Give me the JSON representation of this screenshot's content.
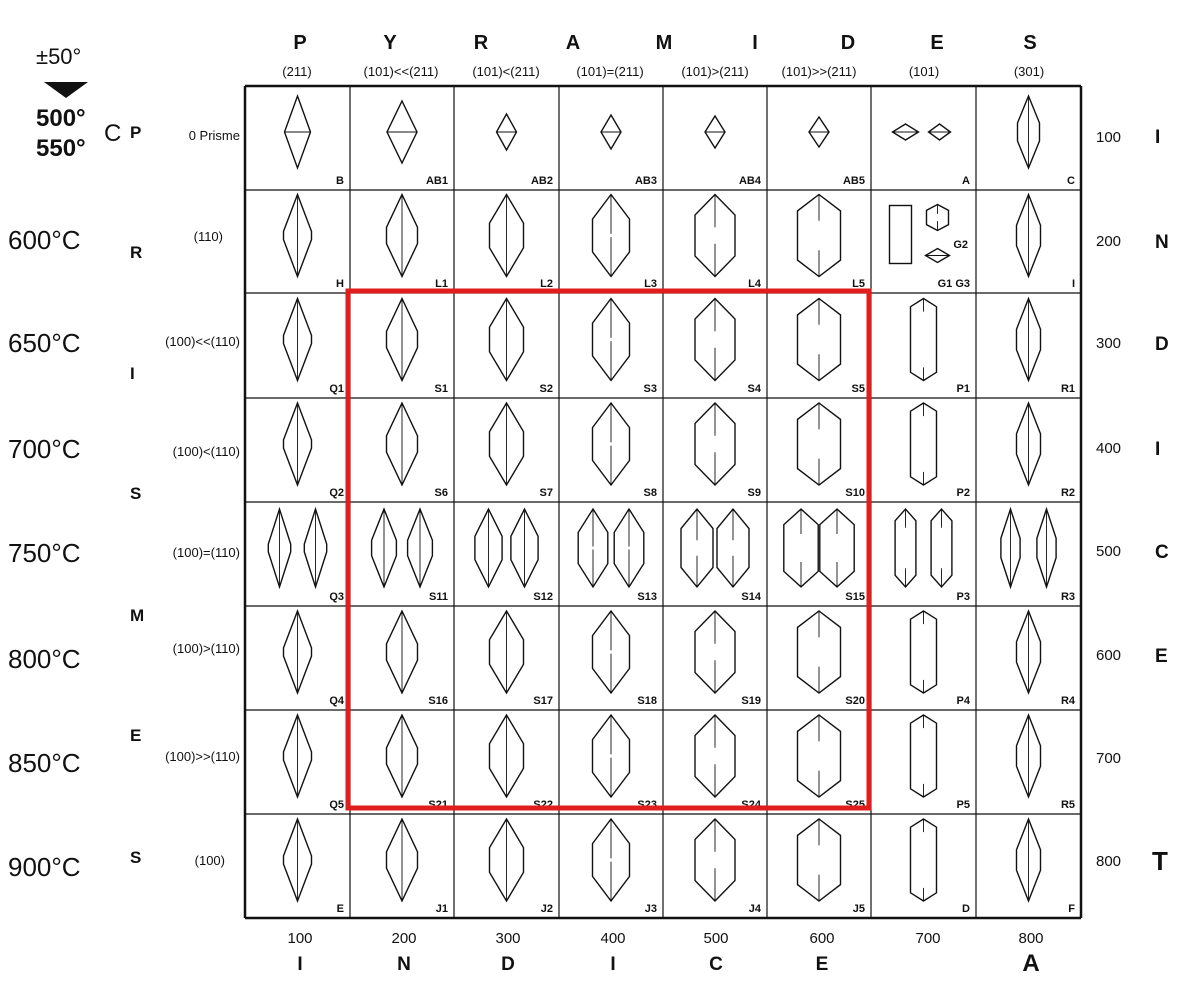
{
  "top_left": {
    "tolerance": "±50°"
  },
  "top_header": {
    "letters": [
      "P",
      "Y",
      "R",
      "A",
      "M",
      "I",
      "D",
      "E",
      "S"
    ],
    "sublabels": [
      "(211)",
      "(101)<<(211)",
      "(101)<(211)",
      "(101)=(211)",
      "(101)>(211)",
      "(101)>>(211)",
      "(101)",
      "(301)"
    ]
  },
  "left_temps": {
    "first": {
      "a": "500°",
      "b": "550°",
      "unit": "C"
    },
    "rest": [
      "600°C",
      "650°C",
      "700°C",
      "750°C",
      "800°C",
      "850°C",
      "900°C"
    ]
  },
  "left_prisms": {
    "letters": [
      "P",
      "R",
      "I",
      "S",
      "M",
      "E",
      "S"
    ],
    "row_labels": [
      "0 Prisme",
      "(110)",
      "(100)<<(110)",
      "(100)<(110)",
      "(100)=(110)",
      "(100)>(110)",
      "(100)>>(110)",
      "(100)"
    ]
  },
  "right_index": {
    "numbers": [
      "100",
      "200",
      "300",
      "400",
      "500",
      "600",
      "700",
      "800"
    ],
    "letters": [
      "I",
      "N",
      "D",
      "I",
      "C",
      "E",
      "T"
    ]
  },
  "bottom_index": {
    "numbers": [
      "100",
      "200",
      "300",
      "400",
      "500",
      "600",
      "700",
      "800"
    ],
    "letters": [
      "I",
      "N",
      "D",
      "I",
      "C",
      "E",
      "A"
    ]
  },
  "cells": [
    [
      "B",
      "AB1",
      "AB2",
      "AB3",
      "AB4",
      "AB5",
      "A",
      "C"
    ],
    [
      "H",
      "L1",
      "L2",
      "L3",
      "L4",
      "L5",
      "G1 G3",
      "I"
    ],
    [
      "Q1",
      "S1",
      "S2",
      "S3",
      "S4",
      "S5",
      "P1",
      "R1"
    ],
    [
      "Q2",
      "S6",
      "S7",
      "S8",
      "S9",
      "S10",
      "P2",
      "R2"
    ],
    [
      "Q3",
      "S11",
      "S12",
      "S13",
      "S14",
      "S15",
      "P3",
      "R3"
    ],
    [
      "Q4",
      "S16",
      "S17",
      "S18",
      "S19",
      "S20",
      "P4",
      "R4"
    ],
    [
      "Q5",
      "S21",
      "S22",
      "S23",
      "S24",
      "S25",
      "P5",
      "R5"
    ],
    [
      "E",
      "J1",
      "J2",
      "J3",
      "J4",
      "J5",
      "D",
      "F"
    ]
  ],
  "extra_cell_codes": [
    "G2"
  ],
  "colors": {
    "highlight": "#e01e1e",
    "line": "#111111"
  }
}
